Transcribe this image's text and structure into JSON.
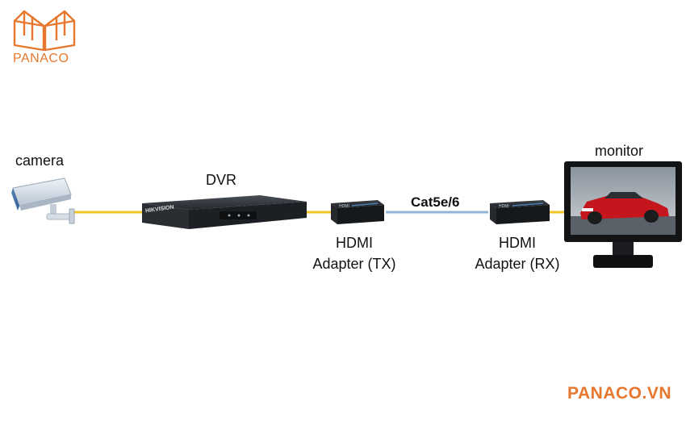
{
  "logo": {
    "text": "PANACO"
  },
  "website": "PANACO.VN",
  "colors": {
    "brand_orange": "#e8772e",
    "cable_yellow": "#f2c420",
    "cable_blue": "#8fb4d6",
    "device_dark": "#1f2226"
  },
  "labels": {
    "camera": "camera",
    "dvr": "DVR",
    "tx_line1": "HDMI",
    "tx_line2": "Adapter (TX)",
    "cable": "Cat5e/6",
    "rx_line1": "HDMI",
    "rx_line2": "Adapter (RX)",
    "monitor": "monitor"
  },
  "dvr_brand": "HIKVISION",
  "adapter_print": "HDMI",
  "icons": [
    "logo-book-icon",
    "camera-icon",
    "dvr-icon",
    "hdmi-adapter-icon",
    "monitor-icon",
    "car-image-icon"
  ]
}
